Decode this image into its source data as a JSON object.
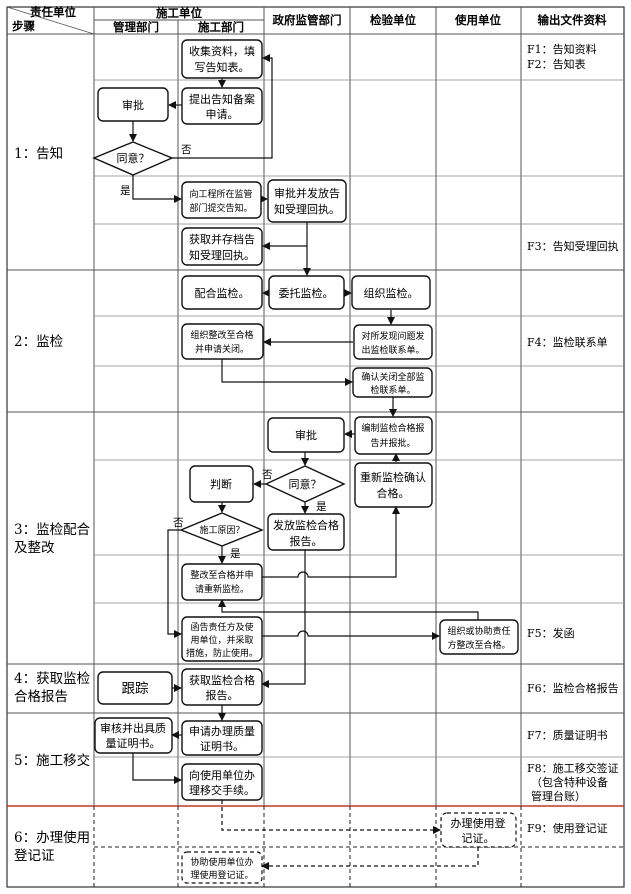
{
  "header": {
    "resp_unit": "责任单位",
    "step": "步骤",
    "construction_unit": "施工单位",
    "mgmt_dept": "管理部门",
    "construction_dept": "施工部门",
    "gov_dept": "政府监管部门",
    "inspection_unit": "检验单位",
    "user_unit": "使用单位",
    "output_docs": "输出文件资料"
  },
  "steps": {
    "s1": "1：告知",
    "s2": "2：监检",
    "s3a": "3：监检配合",
    "s3b": "及整改",
    "s4a": "4：获取监检",
    "s4b": "合格报告",
    "s5": "5：施工移交",
    "s6a": "6：办理使用",
    "s6b": "登记证"
  },
  "boxes": {
    "collect": [
      "收集资料，填",
      "写告知表。"
    ],
    "approve1": [
      "审批"
    ],
    "apply_record": [
      "提出告知备案",
      "申请。"
    ],
    "agree1": [
      "同意？"
    ],
    "submit_notice": [
      "向工程所在监管",
      "部门提交告知。"
    ],
    "gov_approve": [
      "审批并发放告",
      "知受理回执。"
    ],
    "archive": [
      "获取并存档告",
      "知受理回执。"
    ],
    "cooperate": [
      "配合监检。"
    ],
    "entrust": [
      "委托监检。"
    ],
    "org_inspect": [
      "组织监检。"
    ],
    "rectify_close": [
      "组织整改至合格",
      "并申请关闭。"
    ],
    "issue_contact": [
      "对所发现问题发",
      "出监检联系单。"
    ],
    "confirm_close": [
      "确认关闭全部监",
      "检联系单。"
    ],
    "approve2": [
      "审批"
    ],
    "prepare_report": [
      "编制监检合格报",
      "告并报批。"
    ],
    "judge": [
      "判断"
    ],
    "agree2": [
      "同意？"
    ],
    "reconfirm": [
      "重新监检确认",
      "合格。"
    ],
    "issue_report": [
      "发放监检合格",
      "报告。"
    ],
    "cause": [
      "施工原因？"
    ],
    "rectify_retest": [
      "整改至合格并申",
      "请重新监检。"
    ],
    "notify_letter": [
      "函告责任方及使",
      "用单位，并采取",
      "措施，防止使用。"
    ],
    "assist_rectify": [
      "组织或协助责任",
      "方整改至合格。"
    ],
    "track": [
      "跟踪"
    ],
    "get_report": [
      "获取监检合格",
      "报告。"
    ],
    "review_cert": [
      "审核并出具质",
      "量证明书。"
    ],
    "apply_cert": [
      "申请办理质量",
      "证明书。"
    ],
    "handover": [
      "向使用单位办",
      "理移交手续。"
    ],
    "register": [
      "办理使用登",
      "记证。"
    ],
    "assist_register": [
      "协助使用单位办",
      "理使用登记证。"
    ]
  },
  "labels": {
    "no1": "否",
    "yes1": "是",
    "no2": "否",
    "yes2": "是",
    "no3": "否",
    "yes3": "是"
  },
  "outputs": {
    "f1": "F1：告知资料",
    "f2": "F2：告知表",
    "f3": "F3：告知受理回执",
    "f4": "F4：监检联系单",
    "f5": "F5：发函",
    "f6": "F6：监检合格报告",
    "f7": "F7：质量证明书",
    "f8a": "F8：施工移交签证",
    "f8b": "（包含特种设备",
    "f8c": "管理台账）",
    "f9": "F9：使用登记证"
  }
}
